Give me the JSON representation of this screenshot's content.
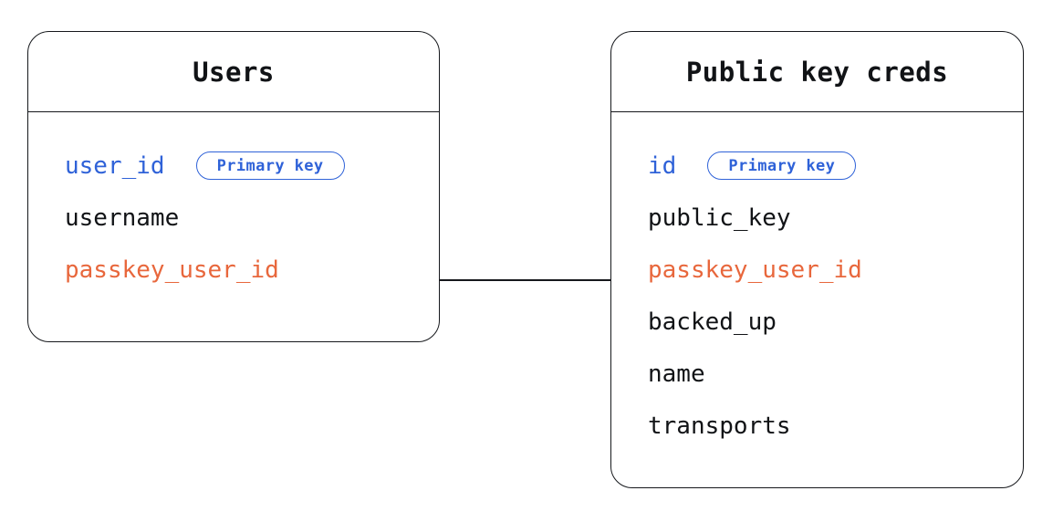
{
  "diagram": {
    "type": "entity-relationship",
    "background_color": "#ffffff",
    "colors": {
      "stroke": "#16181c",
      "primary_key": "#2f62d8",
      "foreign_key": "#e8673c",
      "text": "#111316"
    }
  },
  "entities": [
    {
      "id": "users",
      "title": "Users",
      "fields": [
        {
          "name": "user_id",
          "role": "pk",
          "badge": "Primary key"
        },
        {
          "name": "username",
          "role": "plain",
          "badge": null
        },
        {
          "name": "passkey_user_id",
          "role": "fk",
          "badge": null
        }
      ]
    },
    {
      "id": "public_key_creds",
      "title": "Public key creds",
      "fields": [
        {
          "name": "id",
          "role": "pk",
          "badge": "Primary key"
        },
        {
          "name": "public_key",
          "role": "plain",
          "badge": null
        },
        {
          "name": "passkey_user_id",
          "role": "fk",
          "badge": null
        },
        {
          "name": "backed_up",
          "role": "plain",
          "badge": null
        },
        {
          "name": "name",
          "role": "plain",
          "badge": null
        },
        {
          "name": "transports",
          "role": "plain",
          "badge": null
        }
      ]
    }
  ],
  "relationship": {
    "from_entity": "users",
    "from_field": "passkey_user_id",
    "to_entity": "public_key_creds",
    "to_field": "passkey_user_id",
    "style": "solid-line"
  }
}
